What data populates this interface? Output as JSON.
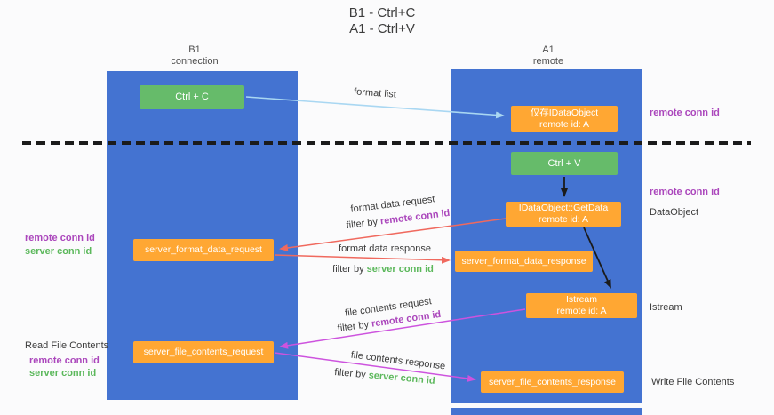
{
  "title": {
    "line1": "B1 - Ctrl+C",
    "line2": "A1 - Ctrl+V"
  },
  "columns": {
    "left": {
      "name": "B1",
      "subtitle": "connection"
    },
    "right": {
      "name": "A1",
      "subtitle": "remote"
    }
  },
  "nodes": {
    "ctrl_c": {
      "label": "Ctrl + C"
    },
    "ctrl_v": {
      "label": "Ctrl + V"
    },
    "proxy_dataobject": {
      "line1": "仅存IDataObject",
      "line2": "remote id: A"
    },
    "getdata": {
      "line1": "IDataObject::GetData",
      "line2": "remote id: A"
    },
    "istream": {
      "line1": "Istream",
      "line2": "remote id: A"
    },
    "server_format_data_request": {
      "label": "server_format_data_request"
    },
    "server_format_data_response": {
      "label": "server_format_data_response"
    },
    "server_file_contents_request": {
      "label": "server_file_contents_request"
    },
    "server_file_contents_response": {
      "label": "server_file_contents_response"
    }
  },
  "arrow_labels": {
    "format_list": "format list",
    "format_data_request": "format data request",
    "format_data_request_filter": {
      "prefix": "filter by ",
      "id": "remote conn id"
    },
    "format_data_response": "format data response",
    "format_data_response_filter": {
      "prefix": "filter by ",
      "id": "server conn id"
    },
    "file_contents_request": "file contents request",
    "file_contents_request_filter": {
      "prefix": "filter by ",
      "id": "remote conn id"
    },
    "file_contents_response": "file contents response",
    "file_contents_response_filter": {
      "prefix": "filter by ",
      "id": "server conn id"
    }
  },
  "side_labels": {
    "right_remote_conn_id_top": "remote conn id",
    "right_remote_conn_id_mid": "remote conn id",
    "dataobject": "DataObject",
    "istream": "Istream",
    "write_file_contents": "Write File Contents",
    "read_file_contents": "Read File Contents",
    "left_remote_conn_id_top": "remote conn id",
    "left_server_conn_id_top": "server conn id",
    "left_remote_conn_id_bottom": "remote conn id",
    "left_server_conn_id_bottom": "server conn id"
  },
  "colors": {
    "lifeline_blue": "#4473d1",
    "node_orange": "#ffa733",
    "node_green": "#66bb6a",
    "conn_id_purple": "#ab47bc",
    "conn_id_green": "#5cb85c",
    "arrow_salmon": "#f0695e",
    "arrow_magenta": "#cd53de",
    "arrow_lightblue": "#a9d7f2"
  }
}
